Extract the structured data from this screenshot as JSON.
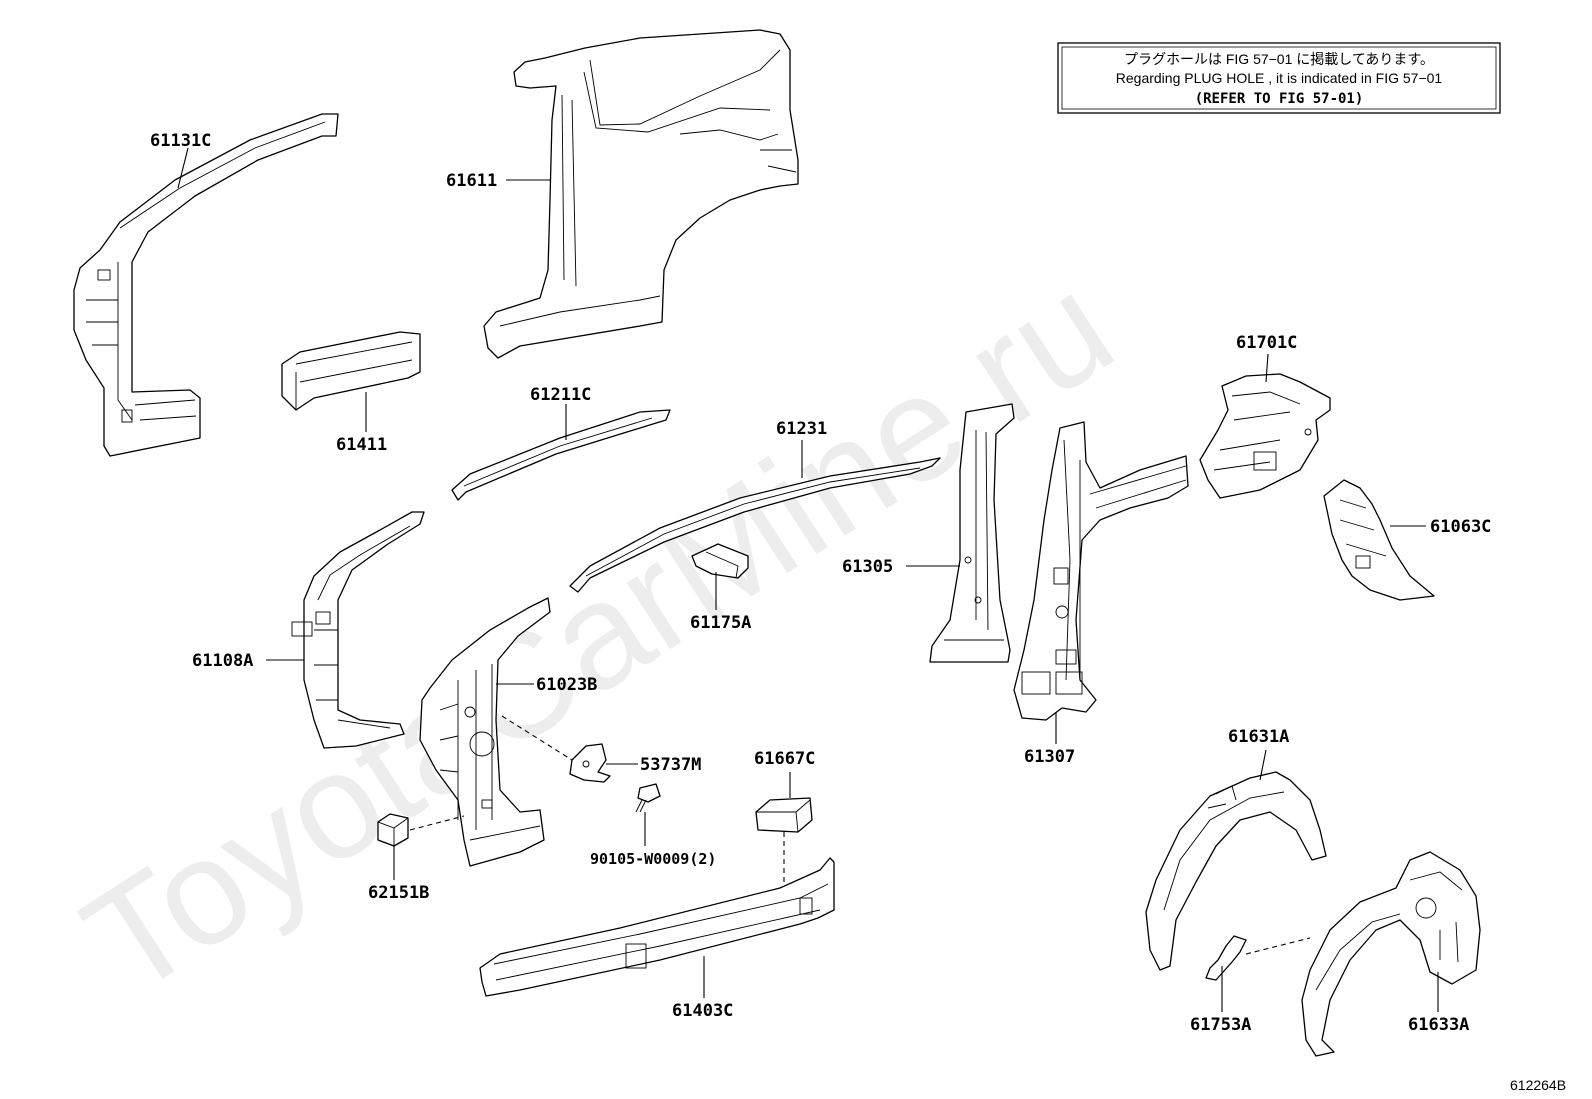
{
  "note": {
    "line1": "プラグホールは FIG 57−01 に掲載してあります。",
    "line2": "Regarding PLUG HOLE , it is indicated in FIG 57−01",
    "line3": "(REFER TO FIG 57-01)"
  },
  "watermark": "ToyotaCarMine.ru",
  "figure_code": "612264B",
  "parts": {
    "p61131C": "61131C",
    "p61611": "61611",
    "p61411": "61411",
    "p61211C": "61211C",
    "p61231": "61231",
    "p61108A": "61108A",
    "p61175A": "61175A",
    "p61023B": "61023B",
    "p53737M": "53737M",
    "p90105": "90105-W0009(2)",
    "p62151B": "62151B",
    "p61667C": "61667C",
    "p61403C": "61403C",
    "p61305": "61305",
    "p61307": "61307",
    "p61701C": "61701C",
    "p61063C": "61063C",
    "p61631A": "61631A",
    "p61753A": "61753A",
    "p61633A": "61633A"
  }
}
